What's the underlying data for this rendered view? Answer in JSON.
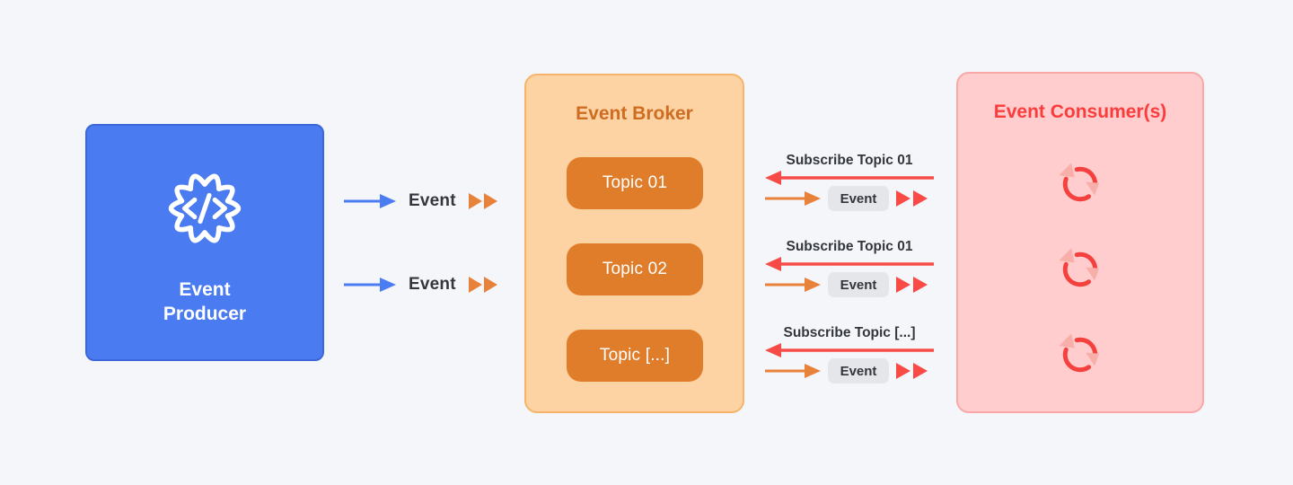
{
  "page": {
    "background_color": "#f4f6fa",
    "description": "Event-driven architecture diagram"
  },
  "producer": {
    "title_line1": "Event",
    "title_line2": "Producer",
    "icon": "code-gear-icon",
    "box_color": "#4a7bf0",
    "border_color": "#3c66d9"
  },
  "producer_events": [
    {
      "label": "Event"
    },
    {
      "label": "Event"
    }
  ],
  "broker": {
    "title": "Event Broker",
    "title_color": "#ce6d22",
    "box_color": "#fdd3a4",
    "border_color": "#f5b469",
    "topic_pill_color": "#e07d2b",
    "topics": [
      {
        "label": "Topic 01"
      },
      {
        "label": "Topic 02"
      },
      {
        "label": "Topic [...]"
      }
    ]
  },
  "subscriptions": [
    {
      "label": "Subscribe Topic 01",
      "event_label": "Event"
    },
    {
      "label": "Subscribe Topic 01",
      "event_label": "Event"
    },
    {
      "label": "Subscribe Topic [...]",
      "event_label": "Event"
    }
  ],
  "consumer": {
    "title": "Event Consumer(s)",
    "title_color": "#fa3c3c",
    "box_color": "#ffcdcd",
    "border_color": "#f9a8a8",
    "icon": "sync-icon",
    "instance_count": 3
  },
  "colors": {
    "arrow_blue": "#4a7cf2",
    "arrow_orange": "#e8823b",
    "arrow_red": "#f64b47",
    "chevron_orange": "#e8823b",
    "chevron_red": "#f94a46",
    "badge_gray": "#e4e6ea",
    "label_dark": "#33363c",
    "sync_red": "#f5413e",
    "sync_light": "#f8aea9"
  }
}
